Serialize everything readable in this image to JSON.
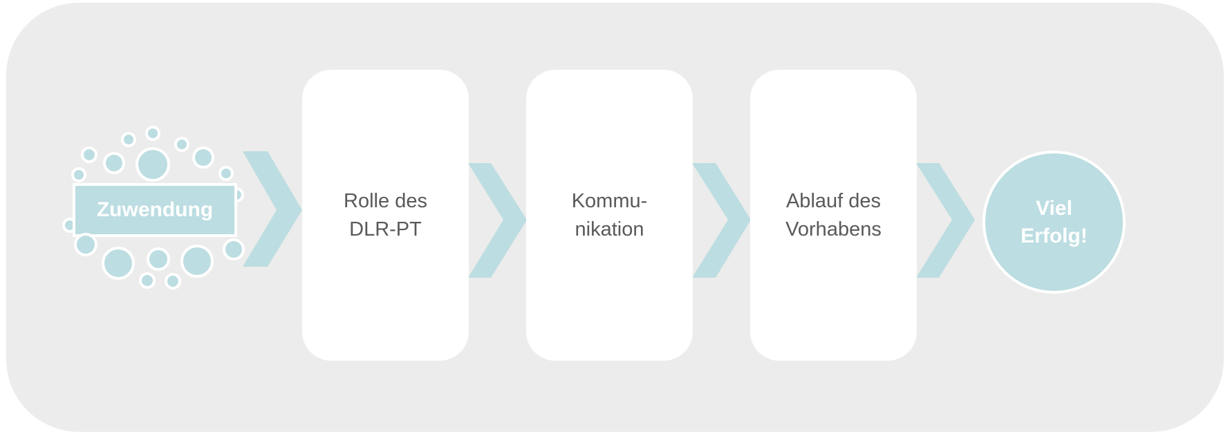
{
  "colors": {
    "panel_background": "#ececec",
    "accent_teal": "#bcdde1",
    "card_background": "#ffffff",
    "card_text": "#595959",
    "highlight_text": "#ffffff"
  },
  "start": {
    "label": "Zuwendung",
    "icon": "bubbles-cluster-icon"
  },
  "steps": [
    {
      "line1": "Rolle des",
      "line2": "DLR-PT"
    },
    {
      "line1": "Kommu-",
      "line2": "nikation"
    },
    {
      "line1": "Ablauf des",
      "line2": "Vorhabens"
    }
  ],
  "connector_icon": "chevron-right-icon",
  "goal": {
    "line1": "Viel",
    "line2": "Erfolg!"
  }
}
